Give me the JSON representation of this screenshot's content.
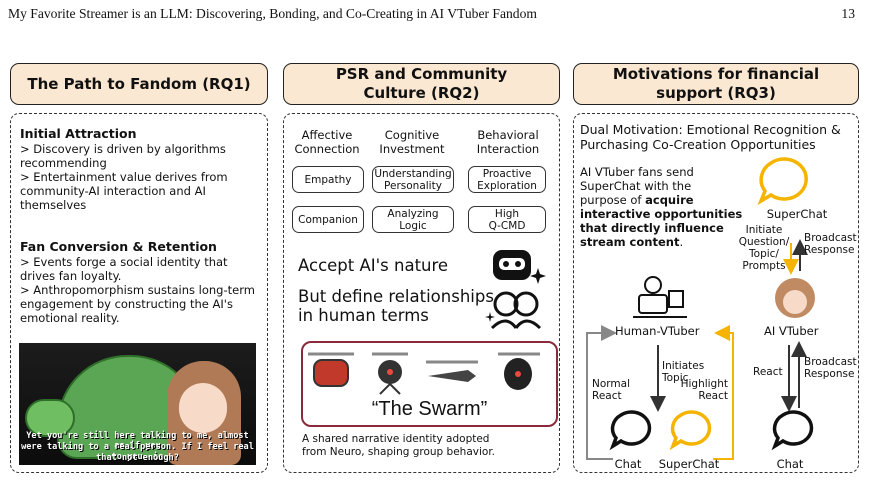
{
  "header": {
    "title": "My Favorite Streamer is an LLM: Discovering, Bonding, and Co-Creating in AI VTuber Fandom",
    "page": "13"
  },
  "col1": {
    "title": "The Path to Fandom (RQ1)",
    "s1_heading": "Initial Attraction",
    "s1_b1": "> Discovery is driven by algorithms recommending",
    "s1_b2": "> Entertainment value derives from community-AI interaction and AI themselves",
    "s2_heading": "Fan Conversion & Retention",
    "s2_b1": "> Events forge a social identity that drives fan loyalty.",
    "s2_b2": "> Anthropomorphism sustains long-term engagement by constructing the AI's emotional reality.",
    "caption_l1": "Yet you're still here talking to me, almost as if you",
    "caption_l2": "were talking to a real person. If I feel real to you, is",
    "caption_l3": "that not enough?"
  },
  "col2": {
    "title_l1": "PSR and Community",
    "title_l2": "Culture (RQ2)",
    "head_affective_l1": "Affective",
    "head_affective_l2": "Connection",
    "head_cognitive_l1": "Cognitive",
    "head_cognitive_l2": "Investment",
    "head_behavioral_l1": "Behavioral",
    "head_behavioral_l2": "Interaction",
    "pill_empathy": "Empathy",
    "pill_understanding_l1": "Understanding",
    "pill_understanding_l2": "Personality",
    "pill_proactive_l1": "Proactive",
    "pill_proactive_l2": "Exploration",
    "pill_companion": "Companion",
    "pill_analyzing": "Analyzing Logic",
    "pill_high_l1": "High",
    "pill_high_l2": "Q-CMD",
    "accept": "Accept AI's nature",
    "define_l1": "But define relationships",
    "define_l2": "in human terms",
    "swarm": "“The Swarm”",
    "caption_l1": "A shared narrative identity adopted",
    "caption_l2": "from Neuro, shaping group behavior."
  },
  "col3": {
    "title_l1": "Motivations for financial",
    "title_l2": "support (RQ3)",
    "dual_l1": "Dual Motivation: Emotional Recognition &",
    "dual_l2": "Purchasing Co-Creation Opportunities",
    "p_l1": "AI VTuber fans send",
    "p_l2": "SuperChat with the",
    "p_l3_pre": "purpose of ",
    "p_l3_bold": "acquire",
    "p_l4": "interactive opportunities",
    "p_l5": "that directly influence",
    "p_l6": "stream content",
    "p_l6_end": ".",
    "superchat_top": "SuperChat",
    "initiate_l1": "Initiate",
    "initiate_l2": "Question/",
    "initiate_l3": "Topic/",
    "initiate_l4": "Prompts",
    "broadcast1_l1": "Broadcast",
    "broadcast1_l2": "Response",
    "human_vtuber": "Human-VTuber",
    "ai_vtuber": "AI VTuber",
    "initiates_l1": "Initiates",
    "initiates_l2": "Topic",
    "normal_l1": "Normal",
    "normal_l2": "React",
    "highlight_l1": "Highlight",
    "highlight_l2": "React",
    "react": "React",
    "broadcast2_l1": "Broadcast",
    "broadcast2_l2": "Response",
    "chat_left": "Chat",
    "superchat_bottom": "SuperChat",
    "chat_right": "Chat"
  },
  "colors": {
    "title_fill": "#fbe8d2",
    "superchat_yellow": "#f5b400",
    "swarm_border": "#8a2a3a"
  }
}
